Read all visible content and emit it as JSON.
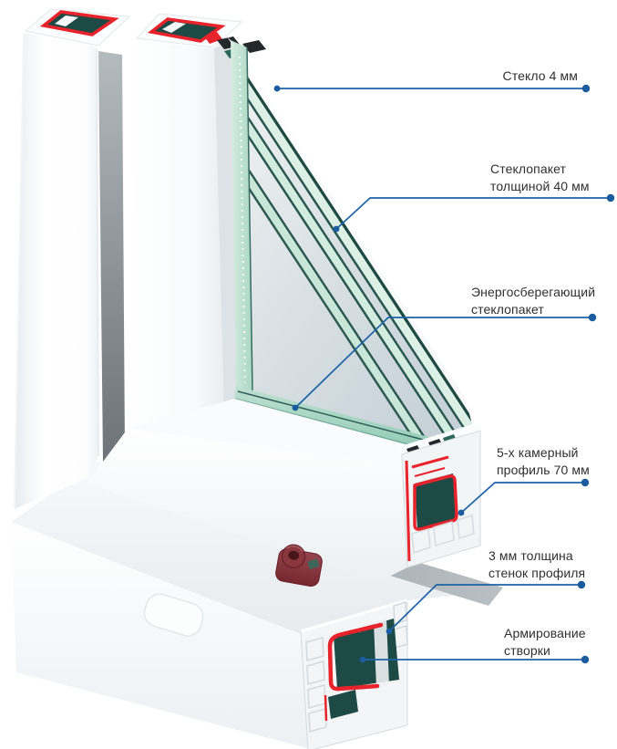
{
  "diagram": {
    "subject": "window-profile-cutaway",
    "labels": [
      {
        "id": "glass-4mm",
        "line1": "Стекло 4 мм",
        "line2": ""
      },
      {
        "id": "glazing-unit-40mm",
        "line1": "Стеклопакет",
        "line2": "толщиной 40 мм"
      },
      {
        "id": "energy-saving-unit",
        "line1": "Энергосберегающий",
        "line2": "стеклопакет"
      },
      {
        "id": "five-chamber-70mm",
        "line1": "5-х камерный",
        "line2": "профиль 70 мм"
      },
      {
        "id": "wall-3mm",
        "line1": "3 мм толщина",
        "line2": "стенок профиля"
      },
      {
        "id": "sash-reinforcement",
        "line1": "Армирование",
        "line2": "створки"
      }
    ],
    "colors": {
      "callout_blue": "#1e63a8",
      "dot_blue": "#1a5c9e",
      "seal_red": "#e8232b",
      "cavity_teal": "#1d4a45",
      "glass_green": "#cfeade",
      "hardware_burgundy": "#7e2a33",
      "profile_white": "#ffffff"
    }
  }
}
